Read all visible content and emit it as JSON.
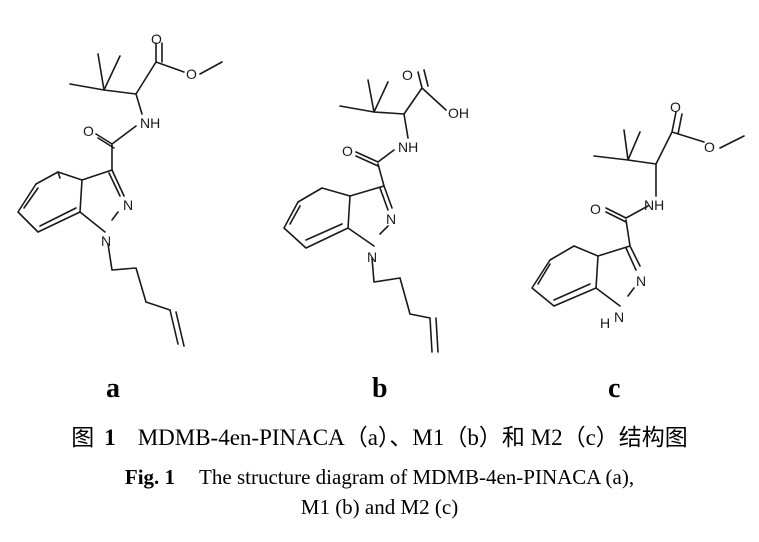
{
  "figure": {
    "panels": [
      {
        "letter": "a",
        "atoms": {
          "carbonyl_o": "O",
          "ester_o": "O",
          "amide_o": "O",
          "amine": "NH",
          "n_ring": "N",
          "n1_ring": "N"
        }
      },
      {
        "letter": "b",
        "atoms": {
          "carbonyl_o": "O",
          "acid_oh": "OH",
          "amide_o": "O",
          "amine": "NH",
          "n_ring": "N",
          "n1_ring": "N"
        }
      },
      {
        "letter": "c",
        "atoms": {
          "carbonyl_o": "O",
          "ester_o": "O",
          "amide_o": "O",
          "amine": "NH",
          "n_ring": "N",
          "nh_ring": "N",
          "nh_h": "H"
        }
      }
    ]
  },
  "caption": {
    "cn_label": "图",
    "cn_number": "1",
    "cn_text": "MDMB-4en-PINACA（a）、M1（b）和 M2（c）结构图",
    "en_label": "Fig. 1",
    "en_line1": "The structure diagram of MDMB-4en-PINACA (a),",
    "en_line2": "M1 (b) and M2 (c)"
  }
}
